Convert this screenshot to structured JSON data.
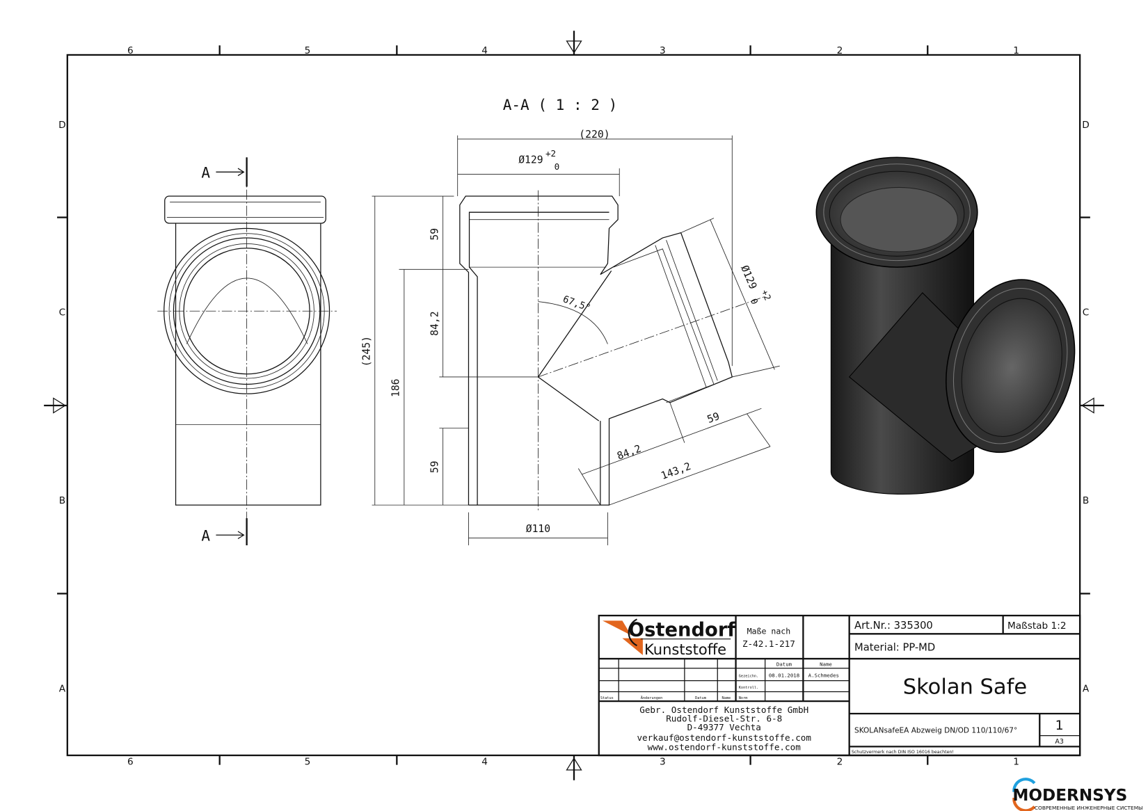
{
  "frame": {
    "columns": [
      "6",
      "5",
      "4",
      "3",
      "2",
      "1"
    ],
    "rows": [
      "D",
      "C",
      "B",
      "A"
    ]
  },
  "section_title": "A-A ( 1 : 2 )",
  "section_marker": "A",
  "dimensions": {
    "overall_width": "(220)",
    "socket_diameter": "Ø129",
    "tol_upper": "+2",
    "tol_lower": "0",
    "socket_depth_top": "59",
    "upper_height": "84,2",
    "height_186": "186",
    "overall_height": "(245)",
    "socket_depth_bottom": "59",
    "pipe_diameter": "Ø110",
    "angle": "67,5°",
    "branch_socket": "59",
    "branch_84": "84,2",
    "branch_length": "143,2",
    "branch_diameter": "Ø129"
  },
  "title_block": {
    "logo_top": "Ostendorf",
    "logo_bottom": "Kunststoffe",
    "norm_label": "Maße nach",
    "norm_value": "Z-42.1-217",
    "datum_header": "Datum",
    "name_header": "Name",
    "gezeichnet": "Gezeichn.",
    "gezeichnet_date": "08.01.2018",
    "gezeichnet_name": "A.Schmedes",
    "kontroll": "Kontroll.",
    "norm": "Norm",
    "status": "Status",
    "aenderungen": "Änderungen",
    "datum": "Datum",
    "name": "Name",
    "address": [
      "Gebr. Ostendorf Kunststoffe GmbH",
      "Rudolf-Diesel-Str. 6-8",
      "D-49377 Vechta",
      "verkauf@ostendorf-kunststoffe.com",
      "www.ostendorf-kunststoffe.com"
    ],
    "art_nr": "Art.Nr.: 335300",
    "scale": "Maßstab 1:2",
    "material": "Material: PP-MD",
    "product": "Skolan Safe",
    "description": "SKOLANsafeEA Abzweig DN/OD 110/110/67°",
    "sheet": "1",
    "format": "A3",
    "protection": "Schutzvermerk nach DIN ISO 16016 beachten!"
  },
  "watermark": {
    "brand": "MODERNSYS",
    "tagline": "СОВРЕМЕННЫЕ ИНЖЕНЕРНЫЕ СИСТЕМЫ"
  },
  "colors": {
    "logo_orange": "#e2661e",
    "ink": "#111111"
  }
}
